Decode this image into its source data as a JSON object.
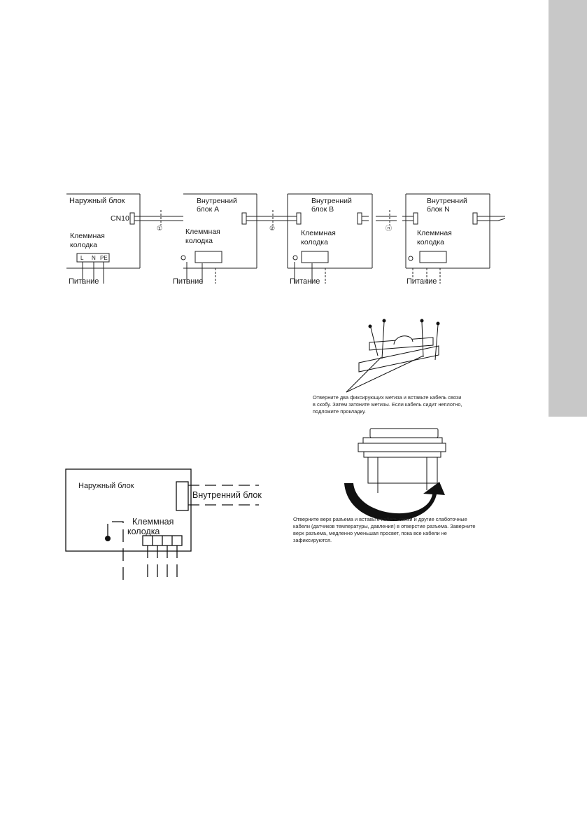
{
  "top_diagram": {
    "outdoor_unit": "Наружный блок",
    "cn10": "CN10",
    "indoor_a": [
      "Внутренний",
      "блок A"
    ],
    "indoor_b": [
      "Внутренний",
      "блок B"
    ],
    "indoor_n": [
      "Внутренний",
      "блок N"
    ],
    "terminal_block": [
      "Клеммная",
      "колодка"
    ],
    "power": "Питание",
    "terminals": [
      "L",
      "N",
      "PE"
    ],
    "markers": [
      "①",
      "②",
      "ⓝ"
    ]
  },
  "bottom_diagram": {
    "outdoor_unit": "Наружный блок",
    "indoor_unit": "Внутренний блок",
    "terminal_block": [
      "Клеммная",
      "колодка"
    ]
  },
  "captions": {
    "clamp": [
      "Отверните два фиксирующих метиза и вставьте кабель связи",
      "в скобу. Затем затяните метизы. Если кабель сидит неплотно,",
      "подложите прокладку."
    ],
    "gland": [
      "Отверните верх разъема и вставьте кабель связи и другие слаботочные",
      "кабели (датчиков температуры, давления) в отверстие разъема. Заверните",
      "верх разъема, медленно уменьшая просвет, пока все кабели не",
      "зафиксируются."
    ]
  }
}
